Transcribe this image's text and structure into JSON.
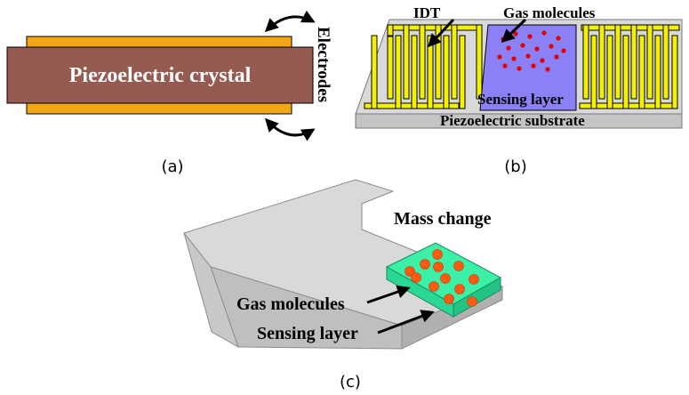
{
  "panel_a": {
    "crystal_label": "Piezoelectric crystal",
    "electrodes_label": "Electrodes",
    "caption": "(a)"
  },
  "panel_b": {
    "idt_label": "IDT",
    "gas_label": "Gas molecules",
    "sensing_label": "Sensing layer",
    "substrate_label": "Piezoelectric substrate",
    "caption": "(b)"
  },
  "panel_c": {
    "mass_label": "Mass change",
    "gas_label": "Gas molecules",
    "sensing_label": "Sensing layer",
    "caption": "(c)"
  },
  "colors": {
    "crystal": "#955a50",
    "electrode": "#f3a714",
    "idt": "#f3f000",
    "sensing_b": "#8b80f5",
    "dots_b": "#e00000",
    "cantilever": "#d9d9d9",
    "sensing_c": "#3cf0a8",
    "dots_c": "#ff5a12"
  }
}
